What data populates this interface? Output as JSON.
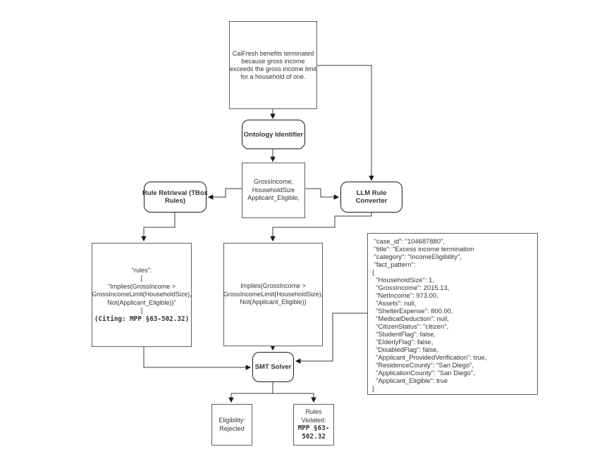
{
  "palette": {
    "background": "#ffffff",
    "box_border": "#5f5f5f",
    "rounded_border": "#1a1a1a",
    "line": "#3d3d3d",
    "text": "#333333"
  },
  "nodes": {
    "complaint": {
      "lines": [
        "CalFresh benefits terminated",
        "because gross income",
        "exceeds the gross income limit",
        "for a household of one."
      ]
    },
    "ontology_identifier": {
      "label": "Ontology Identifier"
    },
    "extracted_terms": {
      "lines": [
        "GrossIncome,",
        "HouseholdSize",
        "Applicant_Eligible,"
      ]
    },
    "rule_retrieval": {
      "lines": [
        "Rule Retrieval (TBox",
        "Rules)"
      ]
    },
    "llm_rule_converter": {
      "label": "LLM Rule Converter"
    },
    "retrieved_rules": {
      "lines": [
        "\"rules\":",
        "[",
        "\"Implies(GrossIncome >",
        "GrossIncomeLimit(HouseholdSize),",
        "Not(Applicant_Eligible))\"",
        "]"
      ],
      "citation": "(Citing: MPP §63-502.32)"
    },
    "converted_rule": {
      "lines": [
        "Implies(GrossIncome >",
        "GrossIncomeLimit(HouseholdSize),",
        "Not(Applicant_Eligible))"
      ]
    },
    "case_facts": {
      "lines": [
        " \"case_id\": \"104687880\",",
        " \"title\": \"Excess income termination",
        " \"category\": \"IncomeEligibility\",",
        " \"fact_pattern\":",
        "{",
        "  \"HouseholdSize\": 1,",
        "  \"GrossIncome\": 2015.13,",
        "  \"NetIncome\": 973.00,",
        "  \"Assets\": null,",
        "  \"ShelterExpense\": 800.00,",
        "  \"MedicalDeduction\": null,",
        "  \"CitizenStatus\": \"citizen\",",
        "  \"StudentFlag\": false,",
        "  \"ElderlyFlag\": false,",
        "  \"DisabledFlag\": false,",
        "  \"Applicant_ProvidedVerification\": true,",
        "  \"ResidenceCounty\": \"San Diego\",",
        "  \"ApplicationCounty\": \"San Diego\",",
        "  \"Applicant_Eligible\": true",
        "}"
      ]
    },
    "smt_solver": {
      "label": "SMT Solver"
    },
    "eligibility_result": {
      "lines": [
        "Eligibility:",
        "Rejected"
      ]
    },
    "rules_violated": {
      "lines": [
        "Rules",
        "Violated:"
      ],
      "code_lines": [
        "MPP §63-",
        "502.32"
      ]
    }
  }
}
